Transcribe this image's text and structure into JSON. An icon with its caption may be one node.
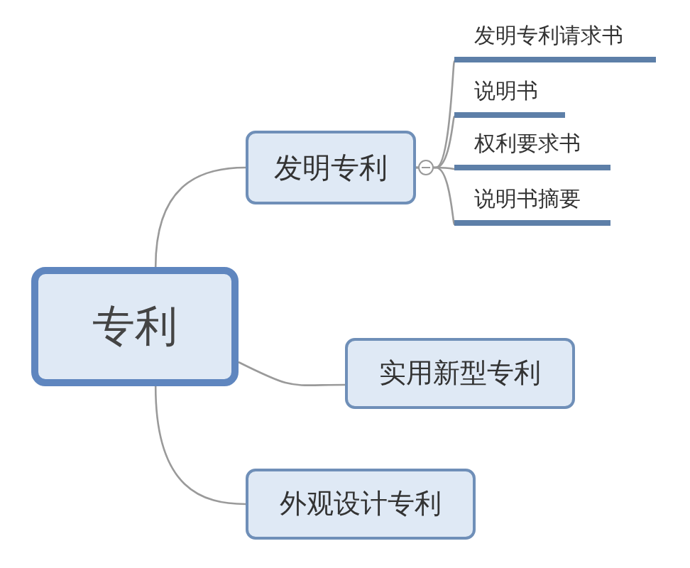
{
  "diagram": {
    "nodes": [
      {
        "text": [
          "专利"
        ]
      },
      {
        "text": [
          "发明专利"
        ]
      },
      {
        "text": [
          "发明专利请求书"
        ]
      },
      {
        "text": [
          "说明书"
        ]
      },
      {
        "text": [
          "权利要求书"
        ]
      },
      {
        "text": [
          "说明书摘要"
        ]
      },
      {
        "text": [
          "实用新型专利"
        ]
      },
      {
        "text": [
          "外观设计专利"
        ]
      }
    ],
    "edges": [
      {
        "from": 0,
        "to": 1,
        "arrow": "none"
      },
      {
        "from": 1,
        "to": 2,
        "arrow": "none"
      },
      {
        "from": 1,
        "to": 3,
        "arrow": "none"
      },
      {
        "from": 1,
        "to": 4,
        "arrow": "none"
      },
      {
        "from": 1,
        "to": 5,
        "arrow": "none"
      },
      {
        "from": 0,
        "to": 6,
        "arrow": "none"
      },
      {
        "from": 0,
        "to": 7,
        "arrow": "none"
      }
    ]
  }
}
